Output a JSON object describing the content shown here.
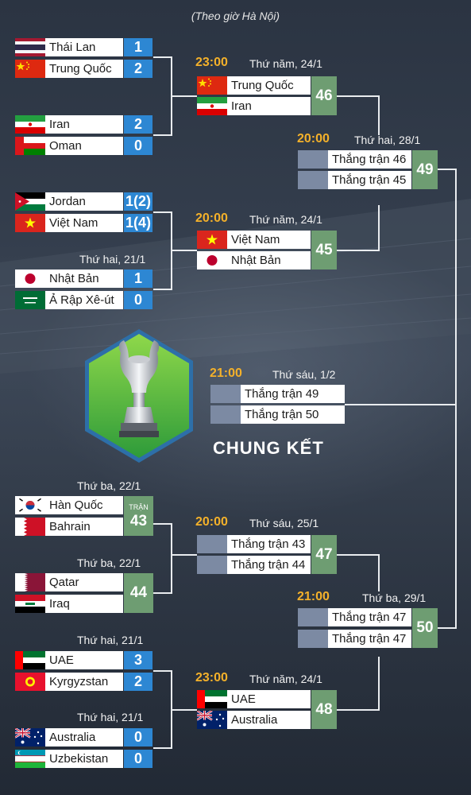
{
  "header_note": "(Theo giờ Hà Nội)",
  "final_label": "CHUNG KẾT",
  "colors": {
    "score_blue": "#2d87d3",
    "match_green": "#6e9d72",
    "time_orange": "#f4b12a",
    "trophy_green": "#4caf3f"
  },
  "r16": [
    {
      "date": "",
      "home": {
        "name": "Thái Lan",
        "flag": "thailand-flag",
        "score": "1"
      },
      "away": {
        "name": "Trung Quốc",
        "flag": "china-flag",
        "score": "2"
      }
    },
    {
      "date": "",
      "home": {
        "name": "Iran",
        "flag": "iran-flag",
        "score": "2"
      },
      "away": {
        "name": "Oman",
        "flag": "oman-flag",
        "score": "0"
      }
    },
    {
      "date": "",
      "home": {
        "name": "Jordan",
        "flag": "jordan-flag",
        "score": "1(2)"
      },
      "away": {
        "name": "Việt Nam",
        "flag": "vietnam-flag",
        "score": "1(4)"
      }
    },
    {
      "date": "Thứ hai, 21/1",
      "home": {
        "name": "Nhật Bản",
        "flag": "japan-flag",
        "score": "1"
      },
      "away": {
        "name": "Ả Rập Xê-út",
        "flag": "saudi-flag",
        "score": "0"
      }
    },
    {
      "date": "Thứ ba, 22/1",
      "home": {
        "name": "Hàn Quốc",
        "flag": "korea-flag"
      },
      "away": {
        "name": "Bahrain",
        "flag": "bahrain-flag"
      },
      "match_label": "TRẬN",
      "match_no": "43"
    },
    {
      "date": "Thứ ba, 22/1",
      "home": {
        "name": "Qatar",
        "flag": "qatar-flag"
      },
      "away": {
        "name": "Iraq",
        "flag": "iraq-flag"
      },
      "match_no": "44"
    },
    {
      "date": "Thứ hai, 21/1",
      "home": {
        "name": "UAE",
        "flag": "uae-flag",
        "score": "3"
      },
      "away": {
        "name": "Kyrgyzstan",
        "flag": "kyrgyzstan-flag",
        "score": "2"
      }
    },
    {
      "date": "Thứ hai, 21/1",
      "home": {
        "name": "Australia",
        "flag": "australia-flag",
        "score": "0"
      },
      "away": {
        "name": "Uzbekistan",
        "flag": "uzbekistan-flag",
        "score": "0"
      }
    }
  ],
  "qf": [
    {
      "time": "23:00",
      "date": "Thứ năm, 24/1",
      "home": "Trung Quốc",
      "away": "Iran",
      "match_no": "46"
    },
    {
      "time": "20:00",
      "date": "Thứ năm, 24/1",
      "home": "Việt Nam",
      "away": "Nhật Bản",
      "match_no": "45"
    },
    {
      "time": "20:00",
      "date": "Thứ sáu, 25/1",
      "home": "Thắng trận 43",
      "away": "Thắng trận 44",
      "match_no": "47"
    },
    {
      "time": "23:00",
      "date": "Thứ năm, 24/1",
      "home": "UAE",
      "away": "Australia",
      "match_no": "48"
    }
  ],
  "sf": [
    {
      "time": "20:00",
      "date": "Thứ hai, 28/1",
      "home": "Thắng trận 46",
      "away": "Thắng trận 45",
      "match_no": "49"
    },
    {
      "time": "21:00",
      "date": "Thứ ba, 29/1",
      "home": "Thắng trận 47",
      "away": "Thắng trận 47",
      "match_no": "50"
    }
  ],
  "final": {
    "time": "21:00",
    "date": "Thứ sáu, 1/2",
    "home": "Thắng trận 49",
    "away": "Thắng trận 50"
  }
}
